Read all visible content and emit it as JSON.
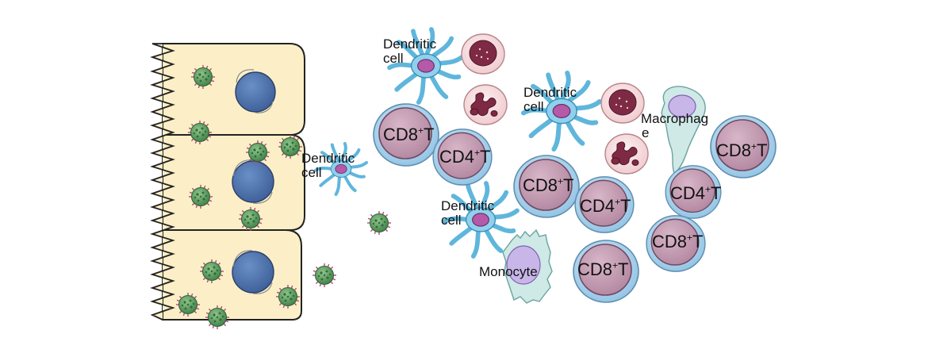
{
  "labels": {
    "dendritic": {
      "line1": "Dendritic",
      "line2": "cell"
    },
    "cd8": {
      "pre": "CD8",
      "sup": "+",
      "post": "T"
    },
    "cd4": {
      "pre": "CD4",
      "sup": "+",
      "post": "T"
    },
    "macrophage": {
      "line1": "Macrophag",
      "line2": "e"
    },
    "monocyte": "Monocyte"
  },
  "icons": {
    "epithelium": "epithelial-cell-layer-icon",
    "virus": "virus-particle-icon",
    "dendritic": "dendritic-cell-icon",
    "t_cell": "t-lymphocyte-icon",
    "granulocyte": "granulocyte-icon",
    "macrophage": "macrophage-icon",
    "monocyte": "monocyte-icon"
  },
  "colors": {
    "epithelium_fill": "#fcefc7",
    "nucleus": "#4a6fa8",
    "virus": "#5a9a5a",
    "virus_spike": "#c0508a",
    "t_cell_outer": "#a8d2ec",
    "t_cell_inner": "#c49ab2",
    "dendritic": "#6bbfe0",
    "granulocyte_fill": "#f6dcde",
    "granulocyte_nucleus": "#7a2540",
    "macrophage": "#cfe9e6",
    "macrophage_nucleus": "#c8b6e8"
  }
}
